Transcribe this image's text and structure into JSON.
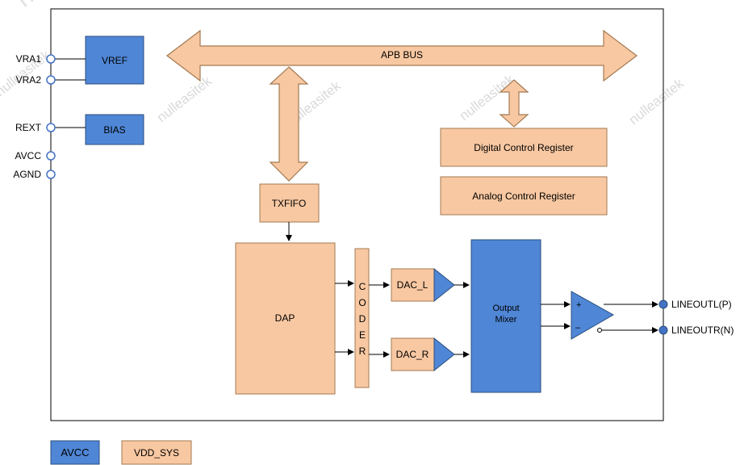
{
  "colors": {
    "avcc_domain": "#4f86d6",
    "vdd_sys_domain": "#f8c8a2",
    "block_border": "#2c4f7c",
    "bus_border": "#a37a52",
    "line": "#000000",
    "pin": "#4472c4"
  },
  "pins_left": [
    "VRA1",
    "VRA2",
    "REXT",
    "AVCC",
    "AGND"
  ],
  "pins_right": [
    "LINEOUTL(P)",
    "LINEOUTR(N)"
  ],
  "blocks": {
    "vref": "VREF",
    "bias": "BIAS",
    "apb_bus": "APB BUS",
    "txfifo": "TXFIFO",
    "digital_control_register": "Digital Control Register",
    "analog_control_register": "Analog Control Register",
    "dap": "DAP",
    "coder_letters": [
      "C",
      "O",
      "D",
      "E",
      "R"
    ],
    "dac_l": "DAC_L",
    "dac_r": "DAC_R",
    "output_mixer": [
      "Output",
      "Mixer"
    ],
    "amp_plus": "+",
    "amp_minus": "–"
  },
  "legend": [
    "AVCC",
    "VDD_SYS"
  ],
  "watermark": "nulleasitek"
}
